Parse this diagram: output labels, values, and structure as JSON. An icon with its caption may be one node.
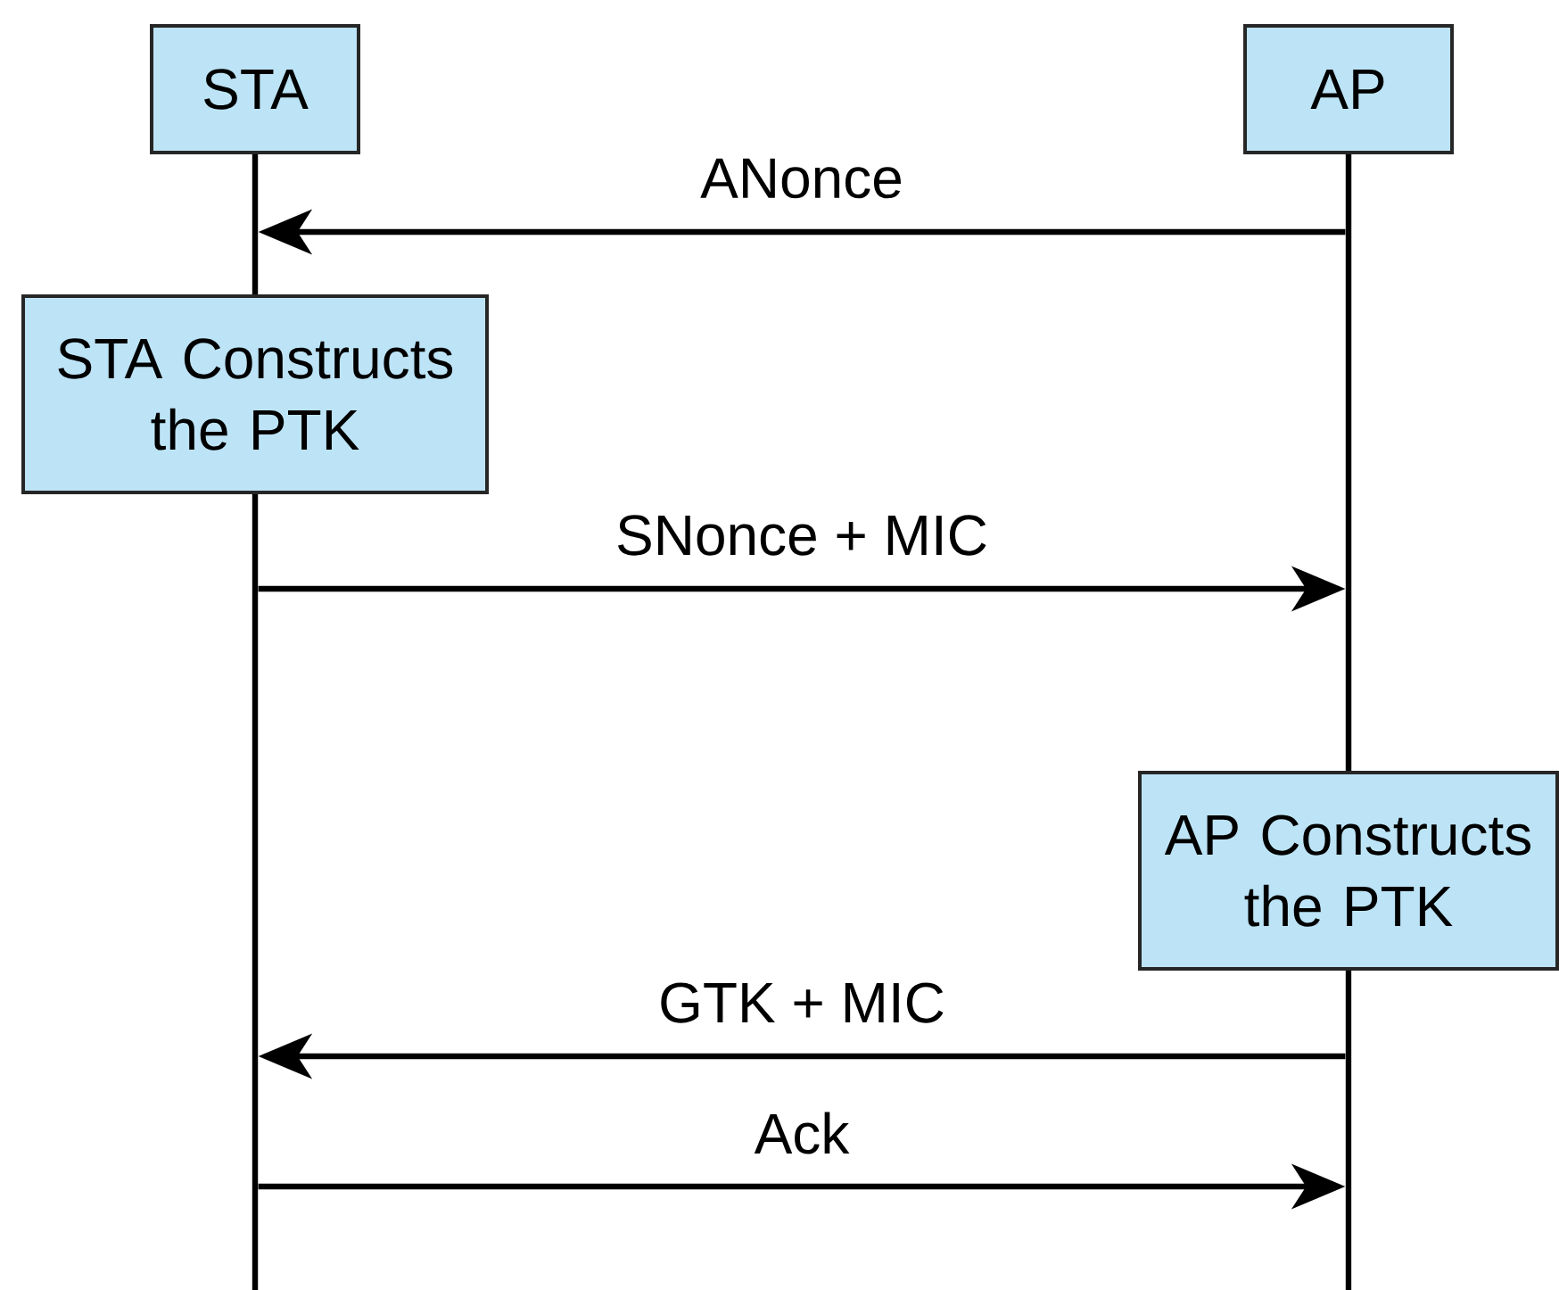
{
  "diagram": {
    "nodes": [
      {
        "text": [
          "STA"
        ]
      },
      {
        "text": [
          "AP"
        ]
      },
      {
        "text": [
          "STA Constructs the PTK"
        ]
      },
      {
        "text": [
          "AP Constructs the PTK"
        ]
      },
      {
        "text": [],
        "shape": "bar"
      },
      {
        "text": [],
        "shape": "bar"
      },
      {
        "text": [],
        "shape": "bar"
      },
      {
        "text": [],
        "shape": "bar"
      }
    ],
    "edges": [
      {
        "from": 5,
        "to": 4,
        "arrow": "to",
        "label": "ANonce"
      },
      {
        "from": 6,
        "to": 5,
        "arrow": "to",
        "label": "SNonce + MIC"
      },
      {
        "from": 7,
        "to": 6,
        "arrow": "to",
        "label": "GTK + MIC"
      },
      {
        "from": 6,
        "to": 7,
        "arrow": "to",
        "label": "Ack"
      }
    ]
  }
}
